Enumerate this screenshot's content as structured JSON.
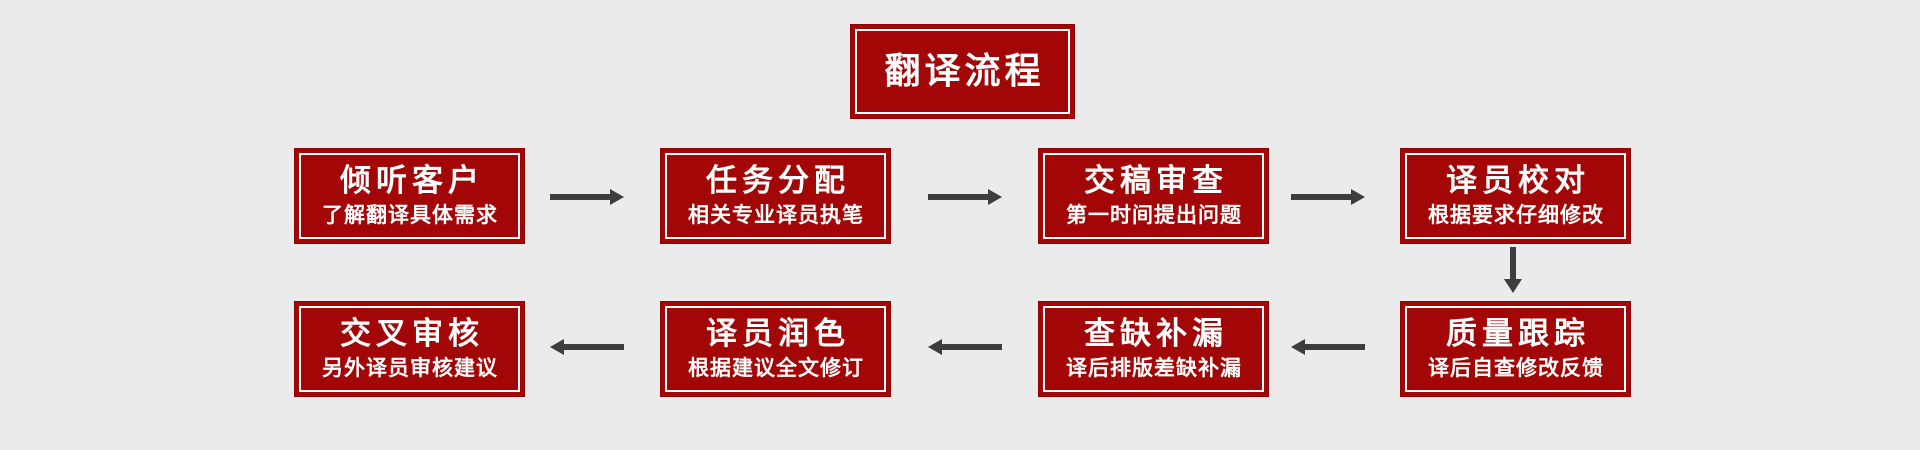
{
  "title": {
    "label": "翻译流程"
  },
  "flow": {
    "row1": [
      {
        "title": "倾听客户",
        "subtitle": "了解翻译具体需求"
      },
      {
        "title": "任务分配",
        "subtitle": "相关专业译员执笔"
      },
      {
        "title": "交稿审查",
        "subtitle": "第一时间提出问题"
      },
      {
        "title": "译员校对",
        "subtitle": "根据要求仔细修改"
      }
    ],
    "row2": [
      {
        "title": "交叉审核",
        "subtitle": "另外译员审核建议"
      },
      {
        "title": "译员润色",
        "subtitle": "根据建议全文修订"
      },
      {
        "title": "查缺补漏",
        "subtitle": "译后排版差缺补漏"
      },
      {
        "title": "质量跟踪",
        "subtitle": "译后自查修改反馈"
      }
    ]
  },
  "icons": {
    "arrow_right": "arrow-right-icon",
    "arrow_left": "arrow-left-icon",
    "arrow_down": "arrow-down-icon"
  },
  "colors": {
    "background": "#ebebeb",
    "box_red": "#a20606",
    "box_outer_border": "#8e0405",
    "inner_stroke": "#ffffff",
    "text": "#ffffff",
    "arrow": "#3d3d3d"
  }
}
